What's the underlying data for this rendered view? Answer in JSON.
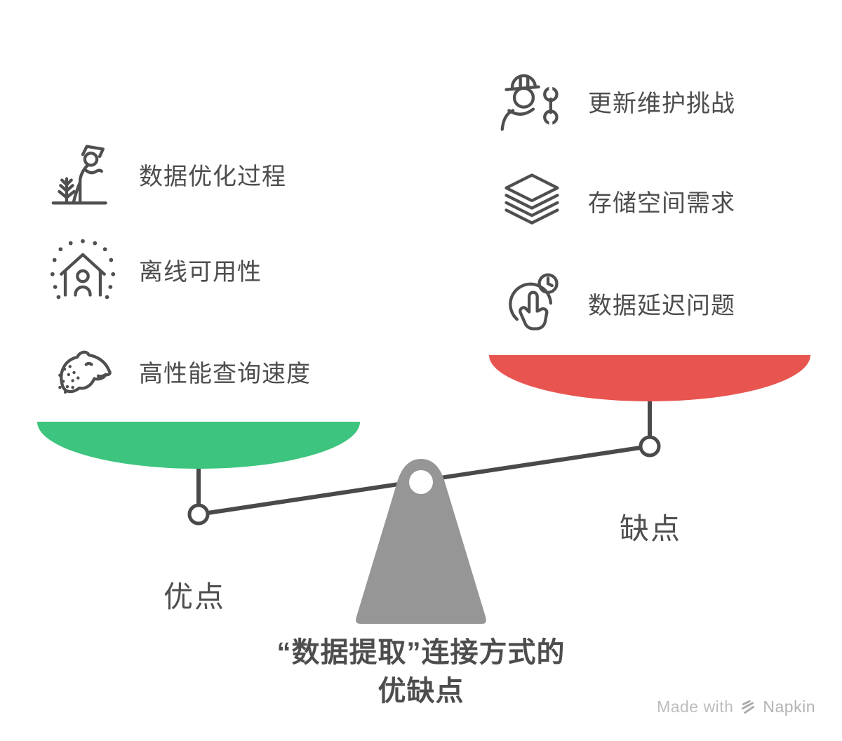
{
  "title": {
    "line1": "“数据提取”连接方式的",
    "line2": "优缺点"
  },
  "scale": {
    "pros_label": "优点",
    "cons_label": "缺点",
    "pros_color": "#3dc47e",
    "cons_color": "#e85551",
    "fulcrum_color": "#969696",
    "line_color": "#4a4a4a"
  },
  "pros": {
    "items": [
      {
        "icon": "farmer-planting-icon",
        "label": "数据优化过程"
      },
      {
        "icon": "offline-home-icon",
        "label": "离线可用性"
      },
      {
        "icon": "cheetah-speed-icon",
        "label": "高性能查询速度"
      }
    ]
  },
  "cons": {
    "items": [
      {
        "icon": "worker-wrench-icon",
        "label": "更新维护挑战"
      },
      {
        "icon": "storage-layers-icon",
        "label": "存储空间需求"
      },
      {
        "icon": "clock-tap-delay-icon",
        "label": "数据延迟问题"
      }
    ]
  },
  "watermark": {
    "prefix": "Made with",
    "brand": "Napkin"
  }
}
